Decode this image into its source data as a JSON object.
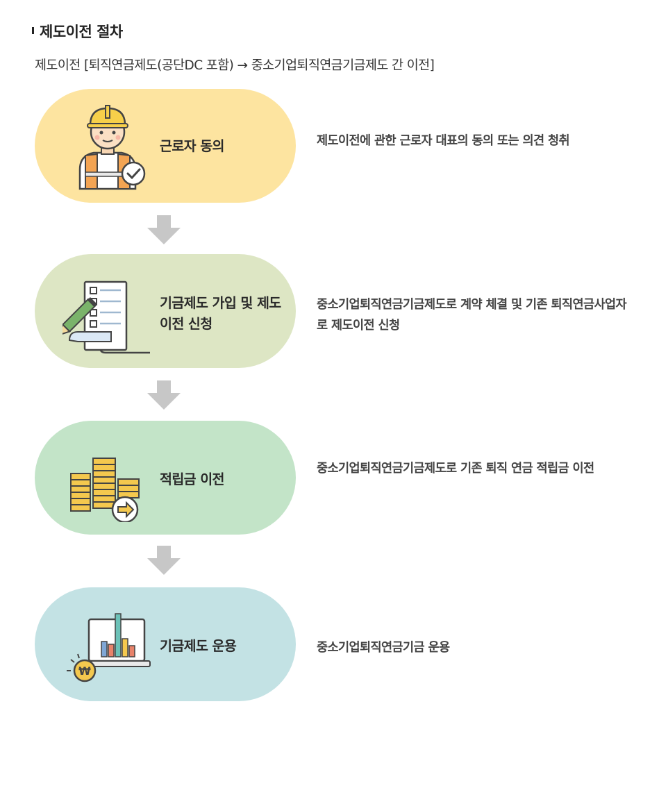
{
  "section_title": "제도이전 절차",
  "subtitle": "제도이전 [퇴직연금제도(공단DC 포함) → 중소기업퇴직연금기금제도 간 이전]",
  "colors": {
    "step1": "#fde4a0",
    "step2": "#dde6c4",
    "step3": "#c3e4c8",
    "step4": "#c3e2e4",
    "arrow": "#c7c7c7"
  },
  "steps": [
    {
      "icon": "worker-check-icon",
      "label": "근로자 동의",
      "desc": "제도이전에 관한 근로자 대표의 동의 또는 의견 청취"
    },
    {
      "icon": "document-pen-icon",
      "label": "기금제도 가입 및 제도이전 신청",
      "desc": "중소기업퇴직연금기금제도로 계약 체결 및 기존 퇴직연금사업자로 제도이전 신청"
    },
    {
      "icon": "coins-transfer-icon",
      "label": "적립금 이전",
      "desc": "중소기업퇴직연금기금제도로 기존 퇴직 연금 적립금 이전"
    },
    {
      "icon": "monitor-chart-won-icon",
      "label": "기금제도 운용",
      "desc": "중소기업퇴직연금기금 운용"
    }
  ]
}
